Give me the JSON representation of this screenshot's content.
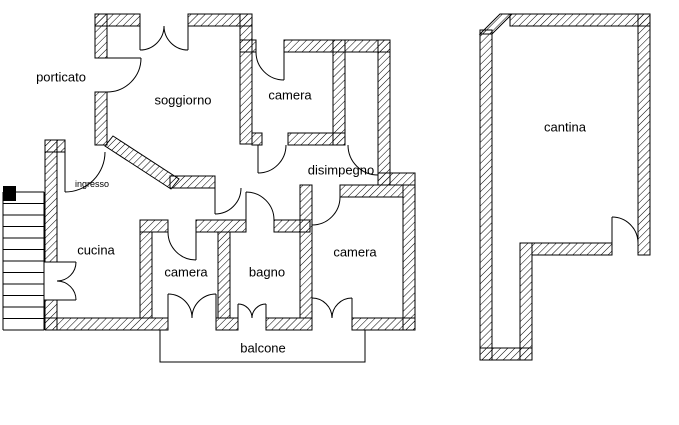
{
  "drawing": {
    "type": "architectural-floor-plan",
    "background_color": "#ffffff",
    "line_color": "#000000"
  },
  "labels": {
    "porticato": "porticato",
    "soggiorno": "soggiorno",
    "camera_top": "camera",
    "disimpegno": "disimpegno",
    "ingresso": "ingresso",
    "cucina": "cucina",
    "camera_middle": "camera",
    "bagno": "bagno",
    "camera_right": "camera",
    "balcone": "balcone",
    "cantina": "cantina"
  }
}
